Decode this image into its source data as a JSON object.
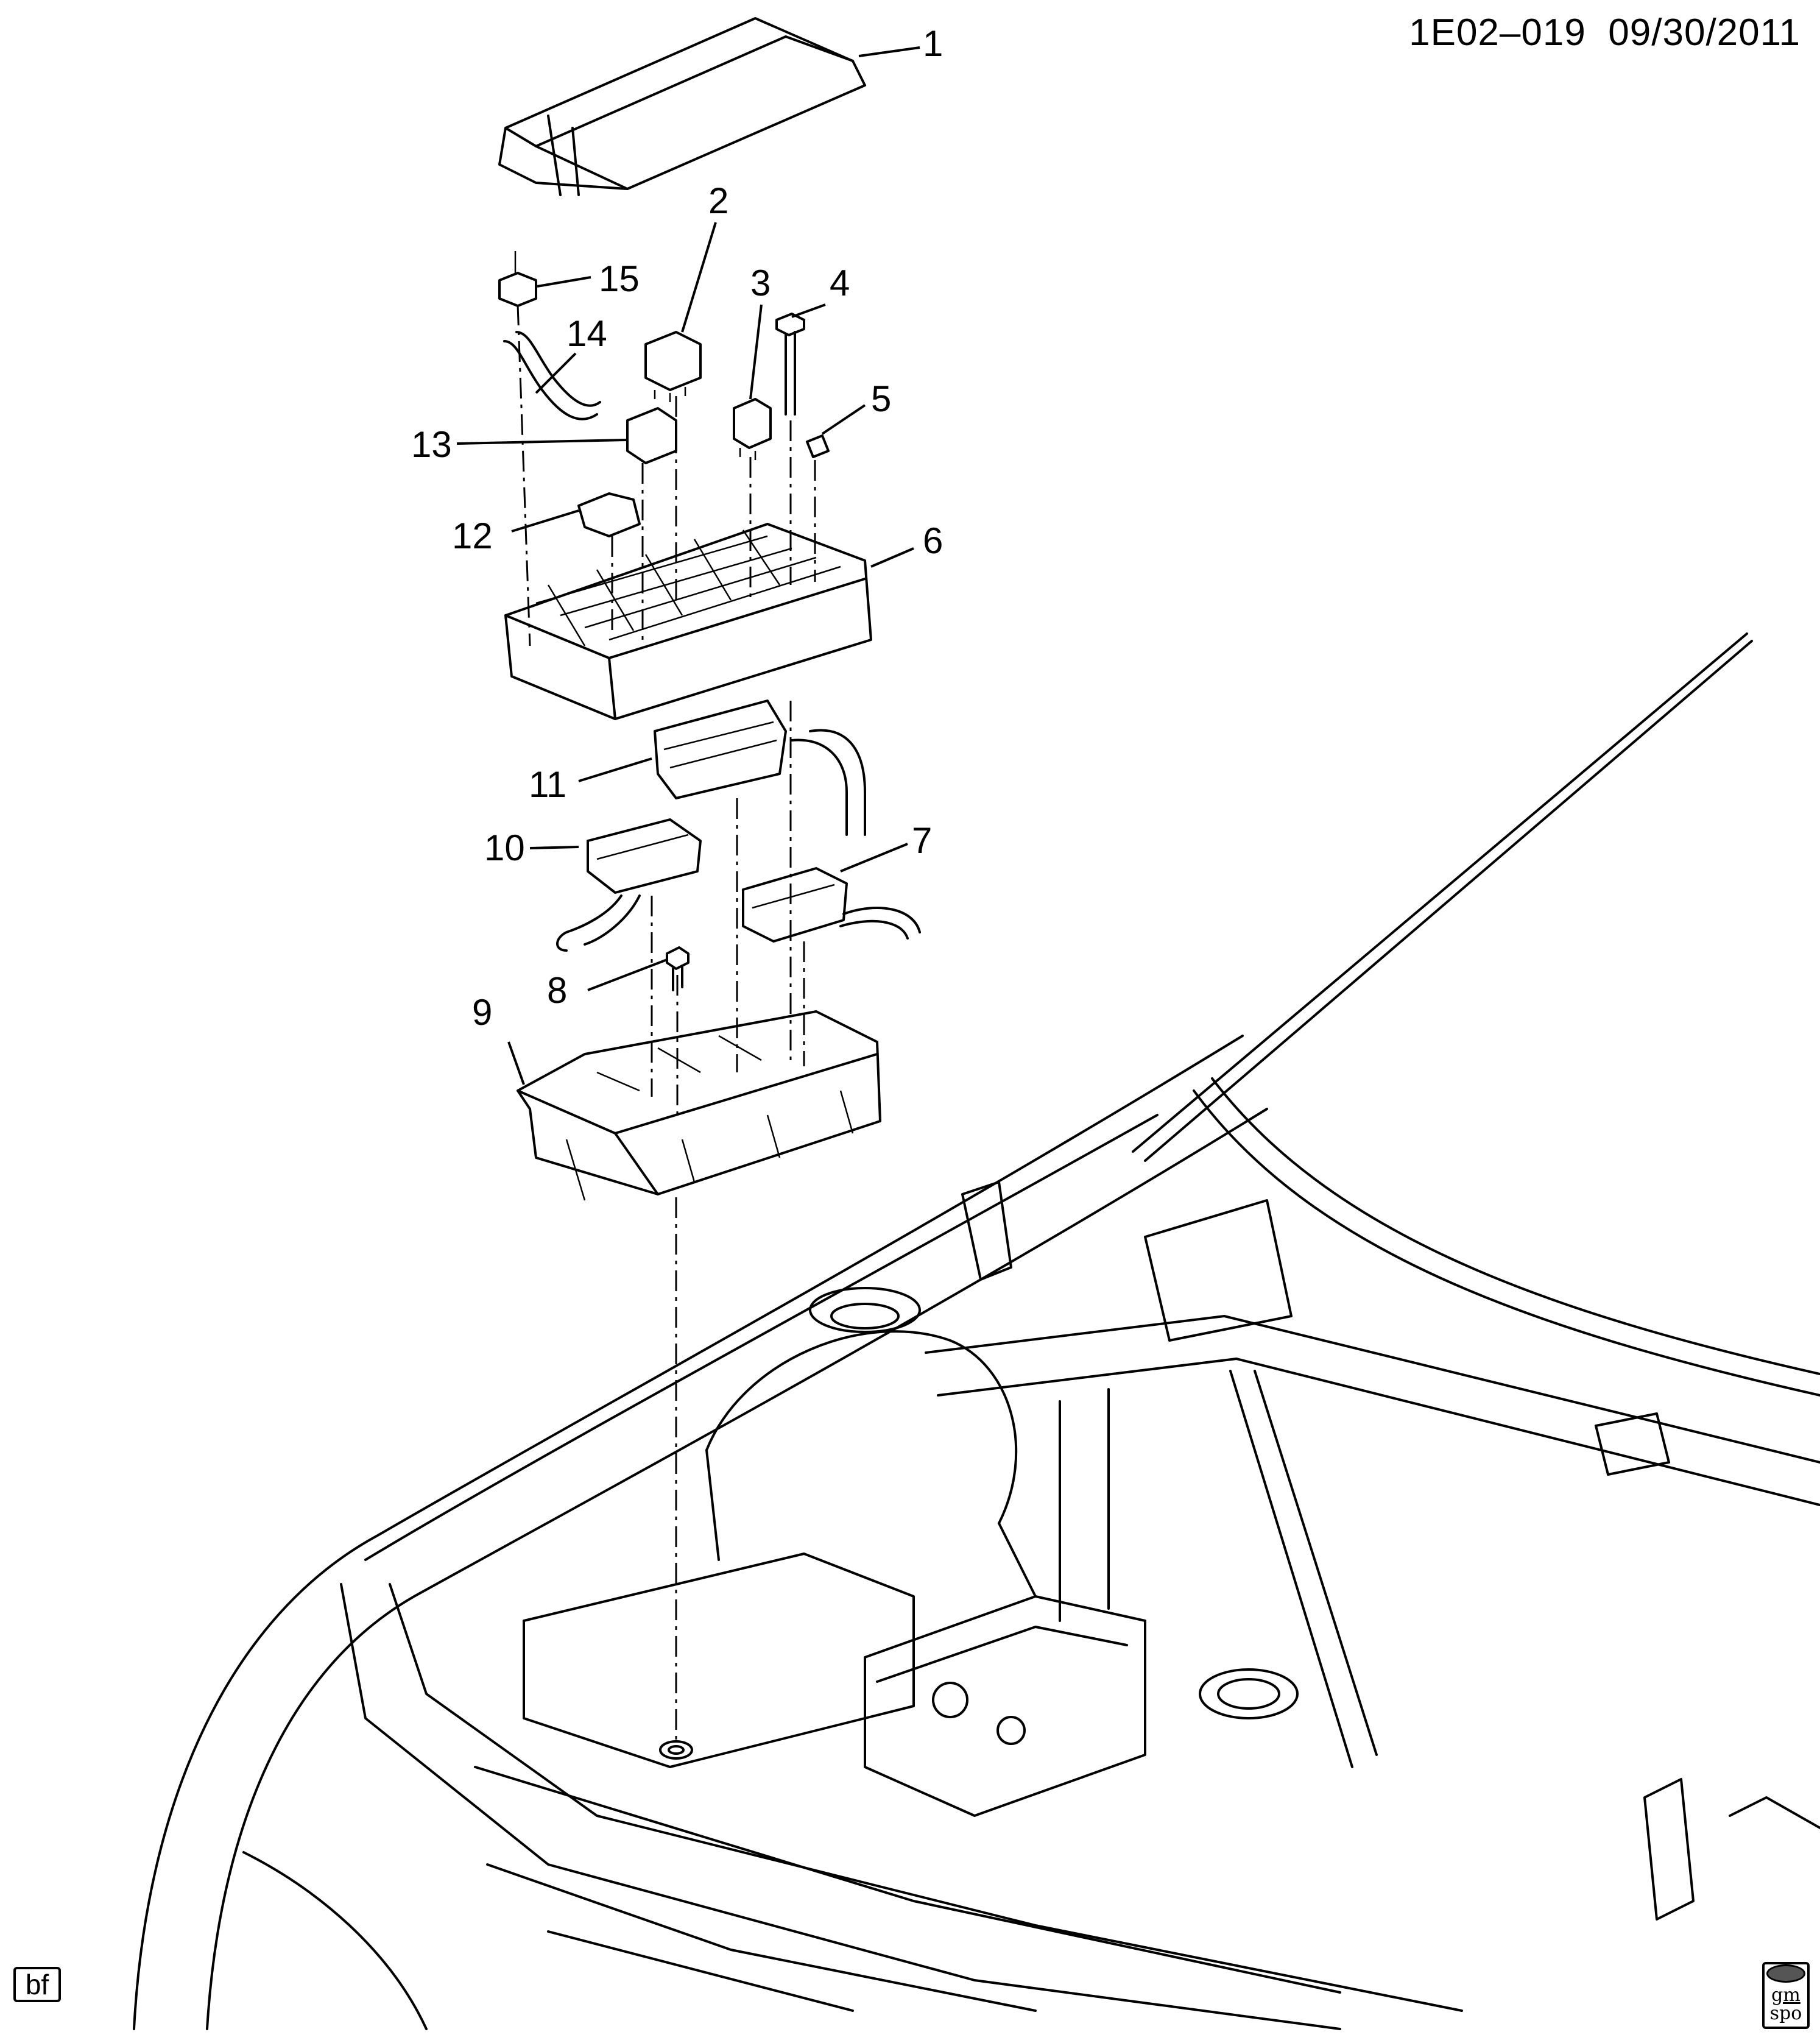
{
  "header": {
    "code": "1E02–019",
    "date": "09/30/2011"
  },
  "callouts": [
    "1",
    "2",
    "3",
    "4",
    "5",
    "6",
    "7",
    "8",
    "9",
    "10",
    "11",
    "12",
    "13",
    "14",
    "15"
  ],
  "badges": {
    "left": "bf",
    "right_top": "gm",
    "right_bottom": "spo"
  }
}
